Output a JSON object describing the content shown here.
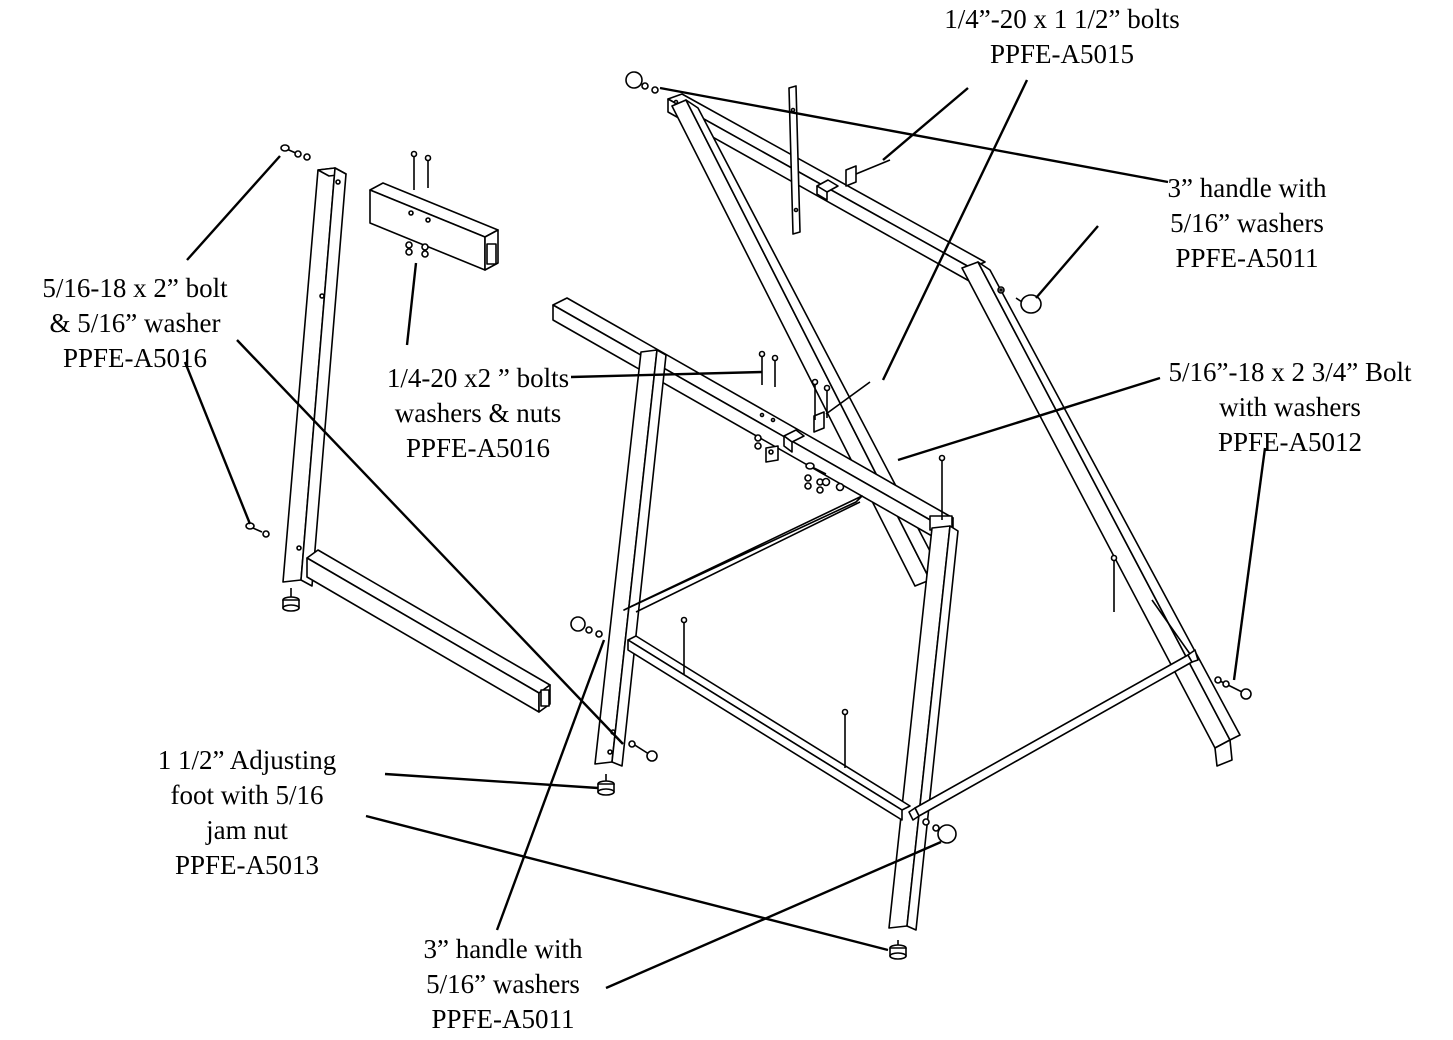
{
  "callouts": {
    "bolts_a5015": {
      "line1": "1/4”-20 x 1 1/2” bolts",
      "line2": "PPFE-A5015"
    },
    "handle_upper": {
      "line1": "3” handle with",
      "line2": "5/16” washers",
      "line3": "PPFE-A5011"
    },
    "bolt_2in": {
      "line1": "5/16-18 x 2” bolt",
      "line2": "& 5/16” washer",
      "line3": "PPFE-A5016"
    },
    "bolts_a5016": {
      "line1": "1/4-20 x2 ” bolts",
      "line2": "washers & nuts",
      "line3": "PPFE-A5016"
    },
    "bolt_a5012": {
      "line1": "5/16”-18 x 2 3/4” Bolt",
      "line2": "with washers",
      "line3": "PPFE-A5012"
    },
    "foot_a5013": {
      "line1": "1 1/2” Adjusting",
      "line2": "foot with 5/16",
      "line3": "jam nut",
      "line4": "PPFE-A5013"
    },
    "handle_lower": {
      "line1": "3” handle with",
      "line2": "5/16” washers",
      "line3": "PPFE-A5011"
    }
  },
  "colors": {
    "ink": "#000000",
    "paper": "#ffffff"
  }
}
